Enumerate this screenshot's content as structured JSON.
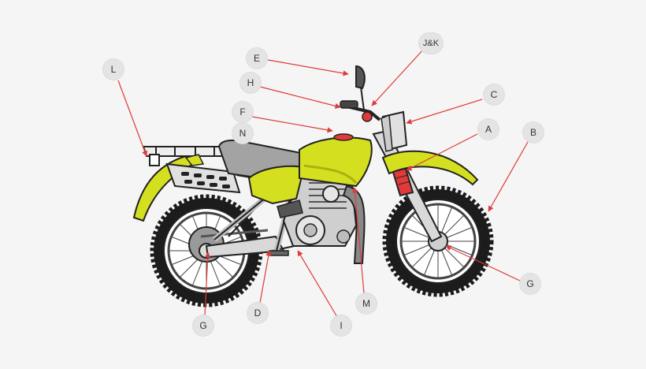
{
  "labels": {
    "jk": "J&K",
    "e": "E",
    "h": "H",
    "l": "L",
    "c": "C",
    "f": "F",
    "n": "N",
    "a": "A",
    "b": "B",
    "g_front": "G",
    "m": "M",
    "d": "D",
    "i": "I",
    "g_rear": "G"
  },
  "colors": {
    "background": "#f5f5f5",
    "body": "#d4e01f",
    "body_shade": "#a9b310",
    "outline": "#222222",
    "seat": "#a3a3a3",
    "engine": "#c8c8c8",
    "fork_spring": "#e23a3a",
    "pointer": "#e03a3a",
    "tire": "#1c1c1c",
    "callout_fill": "#e4e4e4",
    "callout_text": "#333333"
  }
}
